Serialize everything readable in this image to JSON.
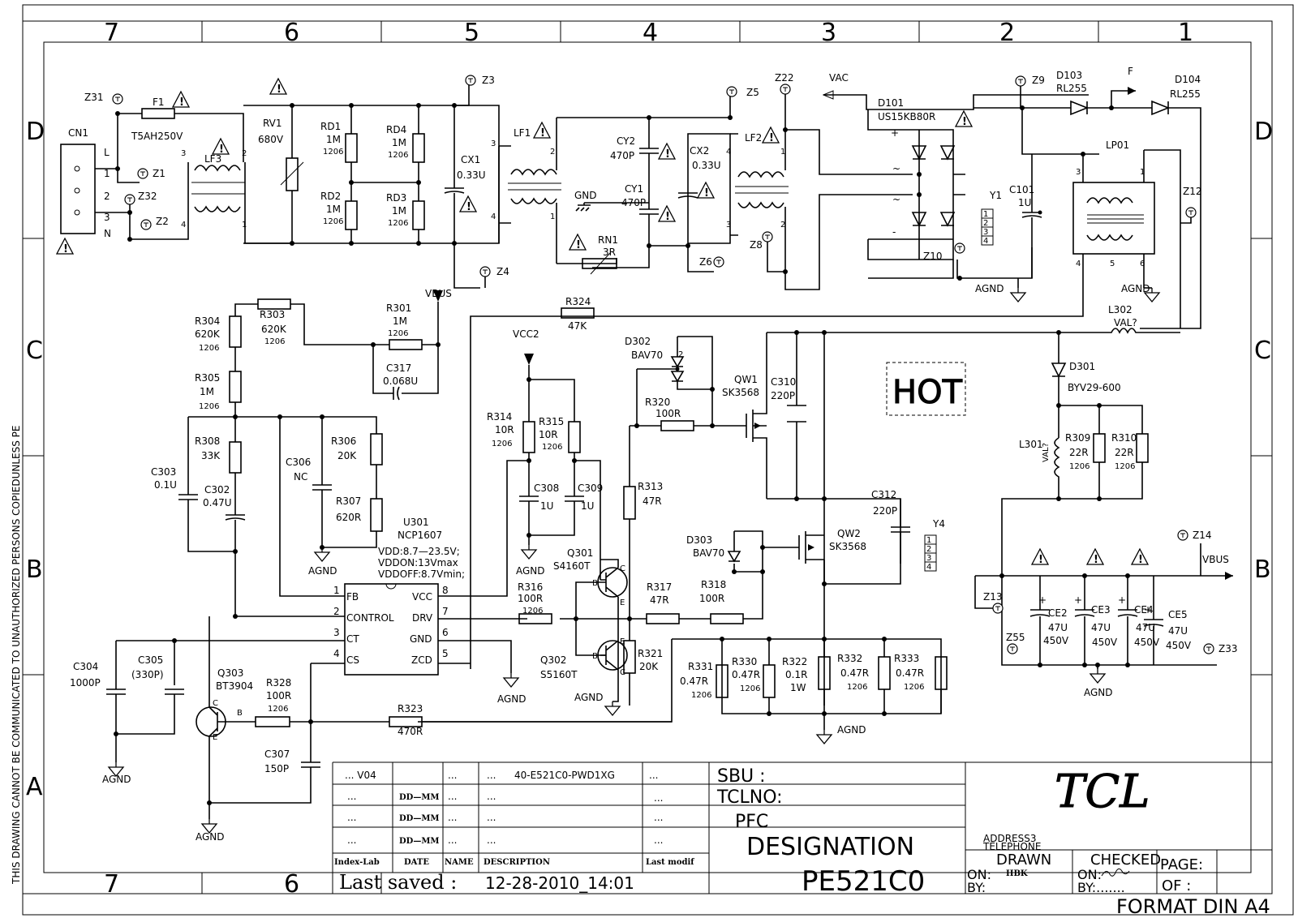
{
  "border": {
    "side_text": "THIS DRAWING CANNOT BE COMMUNICATED TO UNAUTHORIZED PERSONS COPIEDUNLESS PE",
    "cols": [
      "7",
      "6",
      "5",
      "4",
      "3",
      "2",
      "1"
    ],
    "rows": [
      "D",
      "C",
      "B",
      "A"
    ]
  },
  "components": {
    "cn1": {
      "ref": "CN1",
      "pins": [
        "1",
        "2",
        "3"
      ],
      "L": "L",
      "N": "N"
    },
    "z31": "Z31",
    "z1": "Z1",
    "z32": "Z32",
    "z2": "Z2",
    "z3": "Z3",
    "z4": "Z4",
    "z5": "Z5",
    "z6": "Z6",
    "z8": "Z8",
    "z9": "Z9",
    "z10": "Z10",
    "z12": "Z12",
    "z13": "Z13",
    "z14": "Z14",
    "z22": "Z22",
    "z33": "Z33",
    "z55": "Z55",
    "f1": {
      "ref": "F1",
      "value": "T5AH250V"
    },
    "lf3": "LF3",
    "rv1": {
      "ref": "RV1",
      "value": "680V"
    },
    "rd1": {
      "ref": "RD1",
      "value": "1M",
      "pkg": "1206"
    },
    "rd2": {
      "ref": "RD2",
      "value": "1M",
      "pkg": "1206"
    },
    "rd3": {
      "ref": "RD3",
      "value": "1M",
      "pkg": "1206"
    },
    "rd4": {
      "ref": "RD4",
      "value": "1M",
      "pkg": "1206"
    },
    "cx1": {
      "ref": "CX1",
      "value": "0.33U"
    },
    "lf1": "LF1",
    "cy2": {
      "ref": "CY2",
      "value": "470P"
    },
    "cy1": {
      "ref": "CY1",
      "value": "470P"
    },
    "gnd": "GND",
    "rn1": {
      "ref": "RN1",
      "value": "3R"
    },
    "cx2": {
      "ref": "CX2",
      "value": "0.33U"
    },
    "lf2": "LF2",
    "vac": "VAC",
    "d101": {
      "ref": "D101",
      "value": "US15KB80R"
    },
    "d103": {
      "ref": "D103",
      "value": "RL255"
    },
    "d104": {
      "ref": "D104",
      "value": "RL255"
    },
    "f_label": "F",
    "y1": "Y1",
    "c101": {
      "ref": "C101",
      "value": "1U"
    },
    "lp01": "LP01",
    "agnd": "AGND",
    "vbus": "VBUS",
    "vcc2": "VCC2",
    "r301": {
      "ref": "R301",
      "value": "1M",
      "pkg": "1206"
    },
    "c317": {
      "ref": "C317",
      "value": "0.068U"
    },
    "r303": {
      "ref": "R303",
      "value": "620K",
      "pkg": "1206"
    },
    "r304": {
      "ref": "R304",
      "value": "620K",
      "pkg": "1206"
    },
    "r305": {
      "ref": "R305",
      "value": "1M",
      "pkg": "1206"
    },
    "r308": {
      "ref": "R308",
      "value": "33K"
    },
    "c303": {
      "ref": "C303",
      "value": "0.1U"
    },
    "c302": {
      "ref": "C302",
      "value": "0.47U"
    },
    "c306": {
      "ref": "C306",
      "value": "NC"
    },
    "r306": {
      "ref": "R306",
      "value": "20K"
    },
    "r307": {
      "ref": "R307",
      "value": "620R"
    },
    "r324": {
      "ref": "R324",
      "value": "47K"
    },
    "r314": {
      "ref": "R314",
      "value": "10R",
      "pkg": "1206"
    },
    "r315": {
      "ref": "R315",
      "value": "10R",
      "pkg": "1206"
    },
    "c308": {
      "ref": "C308",
      "value": "1U"
    },
    "c309": {
      "ref": "C309",
      "value": "1U"
    },
    "d302": {
      "ref": "D302",
      "value": "BAV70"
    },
    "r320": {
      "ref": "R320",
      "value": "100R"
    },
    "qw1": {
      "ref": "QW1",
      "value": "SK3568"
    },
    "c310": {
      "ref": "C310",
      "value": "220P"
    },
    "hot": "HOT",
    "l302": {
      "ref": "L302",
      "value": "VAL?"
    },
    "d301": {
      "ref": "D301",
      "value": "BYV29-600"
    },
    "l301": {
      "ref": "L301",
      "value": "VAL?"
    },
    "r309": {
      "ref": "R309",
      "value": "22R",
      "pkg": "1206"
    },
    "r310": {
      "ref": "R310",
      "value": "22R",
      "pkg": "1206"
    },
    "r313": {
      "ref": "R313",
      "value": "47R"
    },
    "c312": {
      "ref": "C312",
      "value": "220P"
    },
    "y4": "Y4",
    "d303": {
      "ref": "D303",
      "value": "BAV70"
    },
    "qw2": {
      "ref": "QW2",
      "value": "SK3568"
    },
    "q301": {
      "ref": "Q301",
      "value": "S4160T"
    },
    "q302": {
      "ref": "Q302",
      "value": "S5160T"
    },
    "r316": {
      "ref": "R316",
      "value": "100R",
      "pkg": "1206"
    },
    "r317": {
      "ref": "R317",
      "value": "47R"
    },
    "r318": {
      "ref": "R318",
      "value": "100R"
    },
    "r321": {
      "ref": "R321",
      "value": "20K"
    },
    "u301": {
      "ref": "U301",
      "value": "NCP1607",
      "spec1": "VDD:8.7—23.5V;",
      "spec2": "VDDON:13Vmax",
      "spec3": "VDDOFF:8.7Vmin;",
      "pins_l": [
        {
          "n": "1",
          "name": "FB"
        },
        {
          "n": "2",
          "name": "CONTROL"
        },
        {
          "n": "3",
          "name": "CT"
        },
        {
          "n": "4",
          "name": "CS"
        }
      ],
      "pins_r": [
        {
          "n": "8",
          "name": "VCC"
        },
        {
          "n": "7",
          "name": "DRV"
        },
        {
          "n": "6",
          "name": "GND"
        },
        {
          "n": "5",
          "name": "ZCD"
        }
      ]
    },
    "c304": {
      "ref": "C304",
      "value": "1000P"
    },
    "c305": {
      "ref": "C305",
      "value": "(330P)"
    },
    "q303": {
      "ref": "Q303",
      "value": "BT3904"
    },
    "r328": {
      "ref": "R328",
      "value": "100R",
      "pkg": "1206"
    },
    "c307": {
      "ref": "C307",
      "value": "150P"
    },
    "r323": {
      "ref": "R323",
      "value": "470R"
    },
    "r331": {
      "ref": "R331",
      "value": "0.47R",
      "pkg": "1206"
    },
    "r330": {
      "ref": "R330",
      "value": "0.47R",
      "pkg": "1206"
    },
    "r322": {
      "ref": "R322",
      "value": "0.1R",
      "pkg": "1W"
    },
    "r332": {
      "ref": "R332",
      "value": "0.47R",
      "pkg": "1206"
    },
    "r333": {
      "ref": "R333",
      "value": "0.47R",
      "pkg": "1206"
    },
    "ce2": {
      "ref": "CE2",
      "value": "47U",
      "volt": "450V"
    },
    "ce3": {
      "ref": "CE3",
      "value": "47U",
      "volt": "450V"
    },
    "ce4": {
      "ref": "CE4",
      "value": "47U",
      "volt": "450V"
    },
    "ce5": {
      "ref": "CE5",
      "value": "47U",
      "volt": "450V"
    }
  },
  "title_block": {
    "rev_rows": [
      {
        "a": "... V04",
        "b": "",
        "c": "...",
        "d": "...",
        "e": "40-E521C0-PWD1XG",
        "f": "..."
      },
      {
        "a": "...",
        "b": "DD—MM",
        "c": "...",
        "d": "...",
        "e": "",
        "f": "..."
      },
      {
        "a": "...",
        "b": "DD—MM",
        "c": "...",
        "d": "...",
        "e": "",
        "f": "..."
      },
      {
        "a": "...",
        "b": "DD—MM",
        "c": "...",
        "d": "...",
        "e": "",
        "f": "..."
      }
    ],
    "hdr": {
      "index": "Index-Lab",
      "date": "DATE",
      "name": "NAME",
      "desc": "DESCRIPTION",
      "last": "Last modif"
    },
    "last_saved": "Last saved :",
    "saved_date": "12-28-2010_14:01",
    "sbu": "SBU :",
    "tclno": "TCLNO:",
    "pfc": "PFC",
    "designation": "DESIGNATION",
    "model": "PE521C0",
    "logo": "TCL",
    "address": "ADDRESS3",
    "telephone": "TELEPHONE",
    "drawn": "DRAWN",
    "on": "ON:",
    "by": "BY:",
    "drawn_name": "HBK",
    "checked": "CHECKED",
    "checked_by": "BY:.......",
    "page": "PAGE:",
    "of": "OF  :",
    "format": "FORMAT DIN A4"
  }
}
